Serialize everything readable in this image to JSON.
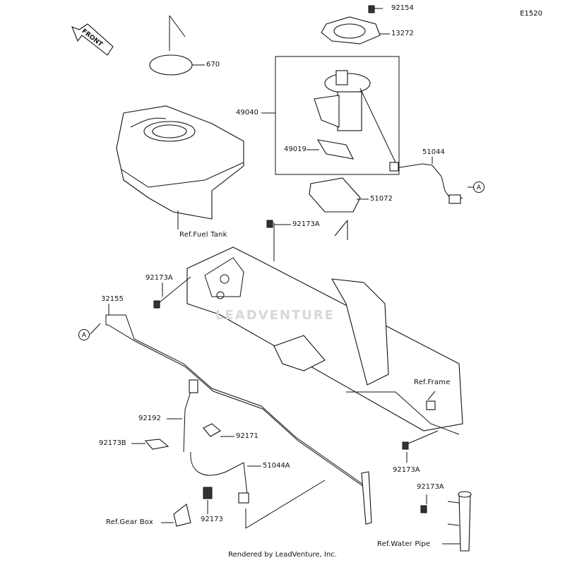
{
  "diagram": {
    "code": "E1520",
    "front_label": "FRONT",
    "footer": "Rendered by LeadVenture, Inc.",
    "watermark": "LEADVENTURE",
    "callout_letter": "A",
    "labels": {
      "p92154": "92154",
      "p13272": "13272",
      "p670": "670",
      "p49040": "49040",
      "p49019": "49019",
      "p51044": "51044",
      "p51072": "51072",
      "ref_fuel_tank": "Ref.Fuel Tank",
      "p92173A_top": "92173A",
      "p92173A_left": "92173A",
      "p32155": "32155",
      "ref_frame": "Ref.Frame",
      "p92192": "92192",
      "p92171": "92171",
      "p92173B": "92173B",
      "p51044A": "51044A",
      "ref_gear_box": "Ref.Gear Box",
      "p92173": "92173",
      "p92173A_right": "92173A",
      "p92173A_bottom": "92173A",
      "ref_water_pipe": "Ref.Water Pipe"
    }
  }
}
